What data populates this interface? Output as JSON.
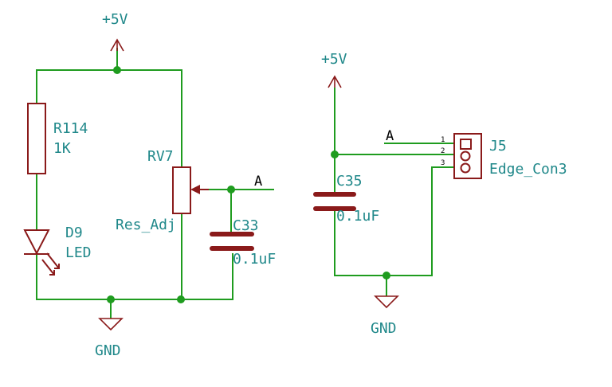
{
  "power": {
    "vcc_left": "+5V",
    "vcc_right": "+5V",
    "gnd_left": "GND",
    "gnd_right": "GND"
  },
  "components": {
    "r114": {
      "ref": "R114",
      "value": "1K"
    },
    "d9": {
      "ref": "D9",
      "value": "LED"
    },
    "rv7": {
      "ref": "RV7",
      "value": "Res_Adj"
    },
    "c33": {
      "ref": "C33",
      "value": "0.1uF"
    },
    "c35": {
      "ref": "C35",
      "value": "0.1uF"
    },
    "j5": {
      "ref": "J5",
      "value": "Edge_Con3",
      "pins": [
        "1",
        "2",
        "3"
      ]
    }
  },
  "nets": {
    "a_left": "A",
    "a_right": "A"
  },
  "colors": {
    "wire": "#1f9c1f",
    "component": "#8a1a1a",
    "label": "#20888a"
  }
}
